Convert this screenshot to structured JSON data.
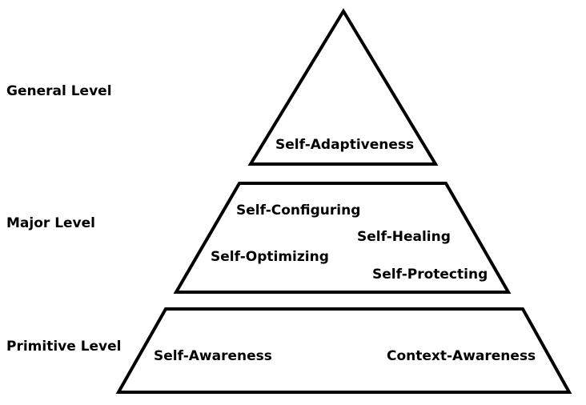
{
  "diagram": {
    "levels": [
      {
        "id": "general",
        "label": "General Level",
        "items": [
          "Self-Adaptiveness"
        ]
      },
      {
        "id": "major",
        "label": "Major Level",
        "items": [
          "Self-Configuring",
          "Self-Healing",
          "Self-Optimizing",
          "Self-Protecting"
        ]
      },
      {
        "id": "primitive",
        "label": "Primitive Level",
        "items": [
          "Self-Awareness",
          "Context-Awareness"
        ]
      }
    ],
    "colors": {
      "stroke": "#000000",
      "fill": "#ffffff",
      "text": "#000000"
    }
  }
}
